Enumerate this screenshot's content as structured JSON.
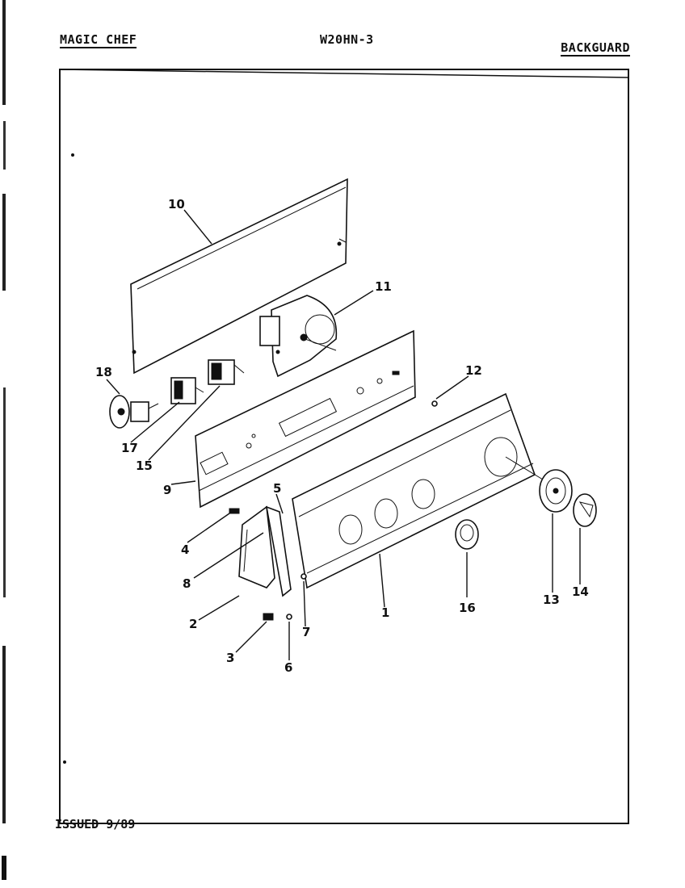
{
  "header": {
    "brand": "MAGIC CHEF",
    "model": "W20HN-3",
    "section": "BACKGUARD"
  },
  "footer": {
    "issued": "ISSUED 9/89"
  },
  "callouts": [
    "1",
    "2",
    "3",
    "4",
    "5",
    "6",
    "7",
    "8",
    "9",
    "10",
    "11",
    "12",
    "13",
    "14",
    "15",
    "16",
    "17",
    "18"
  ]
}
